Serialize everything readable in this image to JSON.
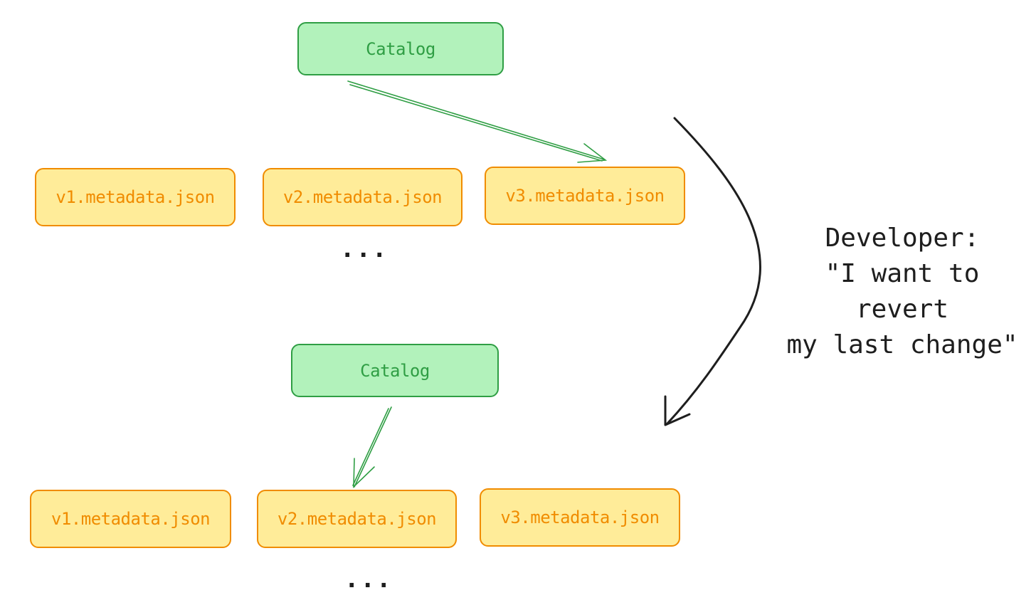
{
  "top": {
    "catalog_label": "Catalog",
    "files": [
      "v1.metadata.json",
      "v2.metadata.json",
      "v3.metadata.json"
    ],
    "ellipsis": "...",
    "catalog_points_to": "v3.metadata.json"
  },
  "bottom": {
    "catalog_label": "Catalog",
    "files": [
      "v1.metadata.json",
      "v2.metadata.json",
      "v3.metadata.json"
    ],
    "ellipsis": "...",
    "catalog_points_to": "v2.metadata.json"
  },
  "note": {
    "line1": "Developer:",
    "line2": "\"I want to revert",
    "line3": "my last change\""
  },
  "colors": {
    "catalog_fill": "#b2f2bb",
    "catalog_stroke": "#2f9e44",
    "file_fill": "#ffec99",
    "file_stroke": "#f08c00",
    "ink": "#1e1e1e"
  }
}
